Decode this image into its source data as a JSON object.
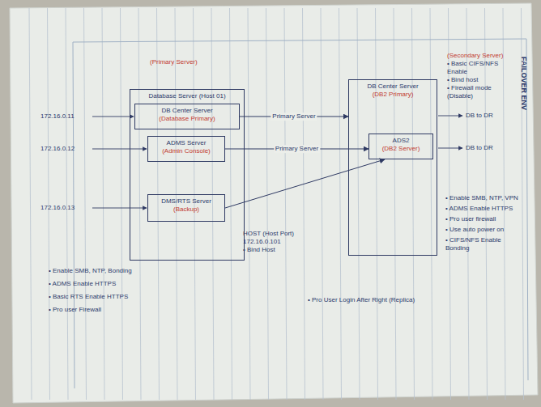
{
  "diagram": {
    "nodes": [
      {
        "text": [
          "Database Server (Host 01)"
        ]
      },
      {
        "text": [
          "DB Center Server",
          "(Database Primary)"
        ],
        "in": 0
      },
      {
        "text": [
          "ADMS Server",
          "(Admin Console)"
        ],
        "in": 0
      },
      {
        "text": [
          "DMS/RTS Server",
          "(Backup)"
        ],
        "in": 0
      },
      {
        "text": [
          "DB Center Server",
          "(DB2 Primary)"
        ]
      },
      {
        "text": [
          "ADS2",
          "(DB2 Server)"
        ],
        "in": 4
      }
    ],
    "edges": [
      {
        "from": 1,
        "to": 4,
        "label": "Primary Server",
        "arrow": "to"
      },
      {
        "from": 2,
        "to": 5,
        "label": "Primary Server",
        "arrow": "to"
      },
      {
        "from": 3,
        "to": 5,
        "arrow": "to"
      }
    ],
    "labels": [
      "(Primary Server)",
      "(Secondary Server)",
      "• Basic CIFS/NFS Enable",
      "• Bind host",
      "• Firewall mode (Disable)",
      "FAILOVER ENV",
      "172.16.0.11",
      "172.16.0.12",
      "172.16.0.13",
      "DB to DR",
      "DB to DR",
      "HOST (Host Port)",
      "172.16.0.101",
      "• Bind Host",
      "• Enable SMB, NTP, Bonding",
      "• ADMS Enable HTTPS",
      "• Basic RTS Enable HTTPS",
      "• Pro user Firewall",
      "• Enable SMB, NTP, VPN",
      "• ADMS Enable HTTPS",
      "• Pro user firewall",
      "• Use auto power on",
      "• CIFS/NFS Enable Bonding",
      "• Pro User Login After Right (Replica)"
    ]
  }
}
